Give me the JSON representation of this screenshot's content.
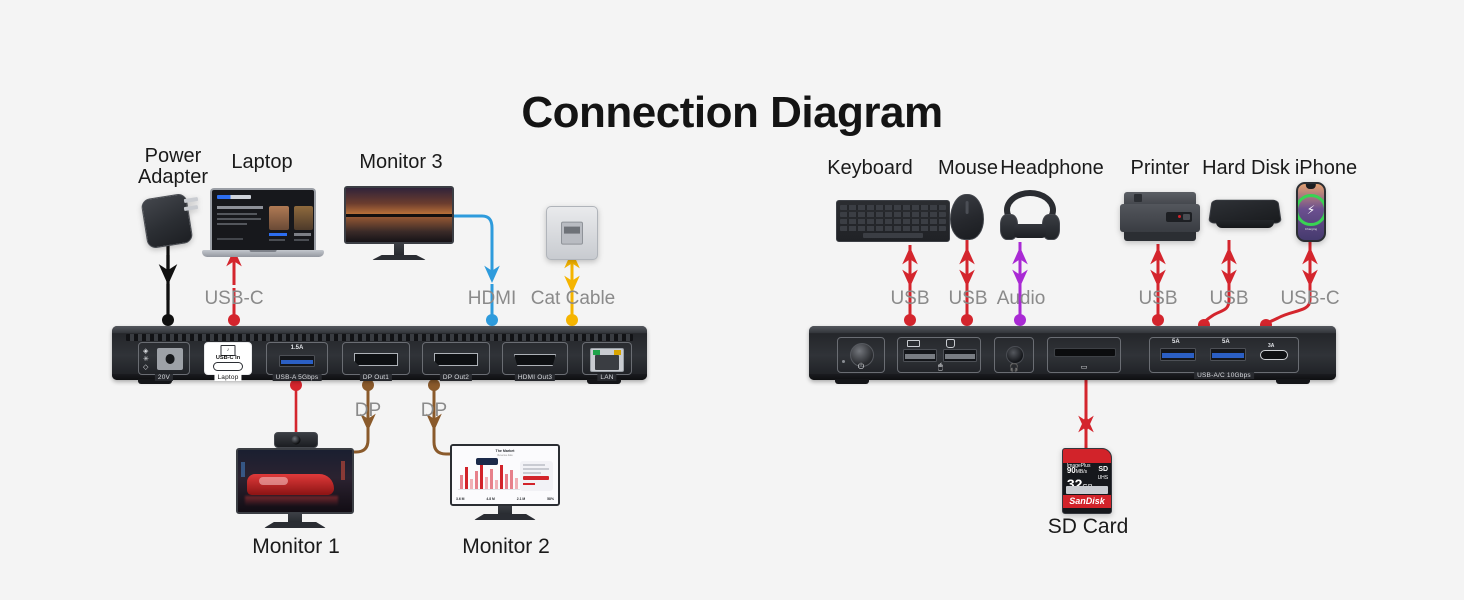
{
  "title": "Connection Diagram",
  "background": "#f4f4f4",
  "colors": {
    "usb_red": "#d4252d",
    "hdmi_blue": "#2e9bdc",
    "cat_yellow": "#f5b400",
    "dp_brown": "#8a5a2b",
    "audio_purple": "#a92ad4",
    "power_black": "#101010",
    "label_gray": "#8a8a8a",
    "text_dark": "#1a1a1a"
  },
  "devices": {
    "power_adapter": {
      "label": "Power\nAdapter"
    },
    "laptop": {
      "label": "Laptop"
    },
    "monitor3": {
      "label": "Monitor 3"
    },
    "wall_jack": {
      "label": ""
    },
    "monitor1": {
      "label": "Monitor 1"
    },
    "monitor2": {
      "label": "Monitor 2",
      "screen_title": "The Market",
      "screen_subtitle": "Revenue data",
      "screen_stats": [
        "3.6 M",
        "4.8 M",
        "2.1 M",
        "58%"
      ]
    },
    "keyboard": {
      "label": "Keyboard"
    },
    "mouse": {
      "label": "Mouse"
    },
    "headphone": {
      "label": "Headphone"
    },
    "printer": {
      "label": "Printer"
    },
    "hard_disk": {
      "label": "Hard Disk"
    },
    "iphone": {
      "label": "iPhone"
    },
    "sd_card": {
      "label": "SD Card",
      "brand": "SanDisk",
      "capacity": "32",
      "capacity_unit": "GB",
      "speed": "90",
      "speed_unit": "MB/s",
      "series": "ImagePlus",
      "class": "UHS"
    }
  },
  "cable_labels": {
    "usb_c_laptop": "USB-C",
    "hdmi": "HDMI",
    "cat_cable": "Cat Cable",
    "dp1": "DP",
    "dp2": "DP",
    "usb_keyboard": "USB",
    "usb_mouse": "USB",
    "audio": "Audio",
    "usb_printer": "USB",
    "usb_harddisk": "USB",
    "usb_c_iphone": "USB-C"
  },
  "dock_front": {
    "name": "front-dock",
    "ports": [
      {
        "id": "power",
        "label": "20V",
        "top_label": "",
        "type": "dc-barrel"
      },
      {
        "id": "usbc-in",
        "label": "Laptop",
        "top_label": "USB-C In",
        "type": "usb-c"
      },
      {
        "id": "usb-a",
        "label": "USB-A 5Gbps",
        "top_label": "1.5A",
        "type": "usb-a"
      },
      {
        "id": "dp1",
        "label": "DP Out1",
        "top_label": "",
        "type": "displayport"
      },
      {
        "id": "dp2",
        "label": "DP Out2",
        "top_label": "",
        "type": "displayport"
      },
      {
        "id": "hdmi3",
        "label": "HDMI Out3",
        "top_label": "",
        "type": "hdmi"
      },
      {
        "id": "lan",
        "label": "LAN",
        "top_label": "",
        "type": "rj45"
      }
    ]
  },
  "dock_back": {
    "name": "back-dock",
    "ports": [
      {
        "id": "power-button",
        "label": "",
        "top_label": "",
        "type": "power-button"
      },
      {
        "id": "usb-kb-mouse",
        "label": "",
        "top_label": "",
        "type": "usb-a-pair"
      },
      {
        "id": "audio-jack",
        "label": "",
        "top_label": "",
        "type": "audio-3.5mm"
      },
      {
        "id": "sd-slot",
        "label": "",
        "top_label": "",
        "type": "sd-card-slot"
      },
      {
        "id": "usb-group",
        "label": "USB-A/C 10Gbps",
        "top_label": "",
        "type": "usb-a-a-c",
        "amps": [
          "5A",
          "5A",
          "3A"
        ]
      }
    ]
  }
}
